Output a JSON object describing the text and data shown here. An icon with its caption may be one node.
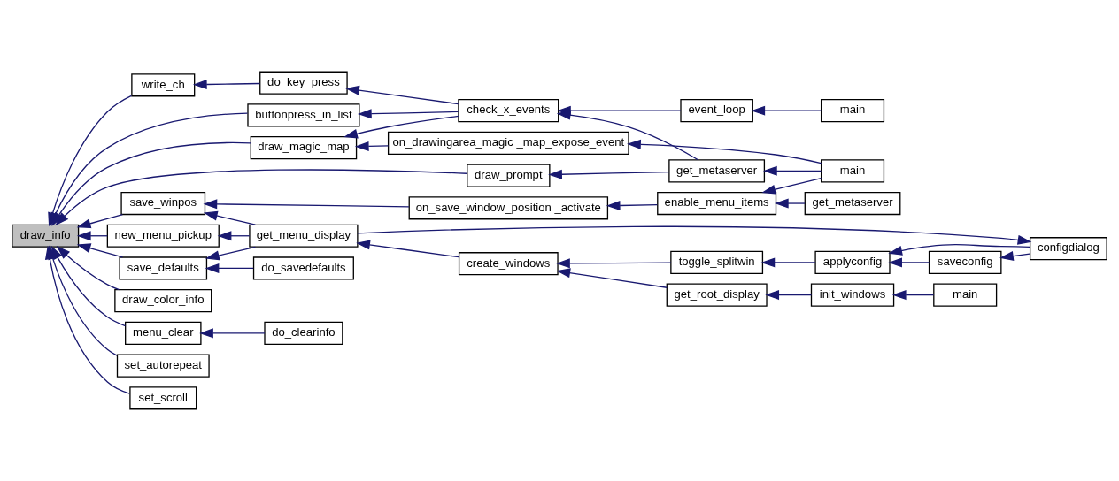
{
  "diagram": {
    "nodes": [
      {
        "text": [
          "draw_info"
        ]
      },
      {
        "text": [
          "write_ch"
        ]
      },
      {
        "text": [
          "buttonpress_in_list"
        ]
      },
      {
        "text": [
          "draw_prompt"
        ]
      },
      {
        "text": [
          "draw_magic_map"
        ]
      },
      {
        "text": [
          "save_winpos"
        ]
      },
      {
        "text": [
          "new_menu_pickup"
        ]
      },
      {
        "text": [
          "save_defaults"
        ]
      },
      {
        "text": [
          "draw_color_info"
        ]
      },
      {
        "text": [
          "menu_clear"
        ]
      },
      {
        "text": [
          "set_autorepeat"
        ]
      },
      {
        "text": [
          "set_scroll"
        ]
      },
      {
        "text": [
          "do_key_press"
        ]
      },
      {
        "text": [
          "check_x_events"
        ]
      },
      {
        "text": [
          "event_loop"
        ]
      },
      {
        "text": [
          "main"
        ]
      },
      {
        "text": [
          "get_metaserver"
        ]
      },
      {
        "text": [
          "main"
        ]
      },
      {
        "text": [
          "on_drawingarea_magic _map_expose_event"
        ]
      },
      {
        "text": [
          "on_save_window_position _activate"
        ]
      },
      {
        "text": [
          "enable_menu_items"
        ]
      },
      {
        "text": [
          "get_metaserver"
        ]
      },
      {
        "text": [
          "get_menu_display"
        ]
      },
      {
        "text": [
          "create_windows"
        ]
      },
      {
        "text": [
          "get_root_display"
        ]
      },
      {
        "text": [
          "init_windows"
        ]
      },
      {
        "text": [
          "main"
        ]
      },
      {
        "text": [
          "toggle_splitwin"
        ]
      },
      {
        "text": [
          "applyconfig"
        ]
      },
      {
        "text": [
          "saveconfig"
        ]
      },
      {
        "text": [
          "configdialog"
        ]
      },
      {
        "text": [
          "do_savedefaults"
        ]
      },
      {
        "text": [
          "do_clearinfo"
        ]
      }
    ],
    "edges": [
      {
        "from": 1,
        "to": 0,
        "arrow": "to"
      },
      {
        "from": 2,
        "to": 0,
        "arrow": "to"
      },
      {
        "from": 3,
        "to": 0,
        "arrow": "to"
      },
      {
        "from": 4,
        "to": 0,
        "arrow": "to"
      },
      {
        "from": 5,
        "to": 0,
        "arrow": "to"
      },
      {
        "from": 6,
        "to": 0,
        "arrow": "to"
      },
      {
        "from": 7,
        "to": 0,
        "arrow": "to"
      },
      {
        "from": 8,
        "to": 0,
        "arrow": "to"
      },
      {
        "from": 9,
        "to": 0,
        "arrow": "to"
      },
      {
        "from": 10,
        "to": 0,
        "arrow": "to"
      },
      {
        "from": 11,
        "to": 0,
        "arrow": "to"
      },
      {
        "from": 12,
        "to": 1,
        "arrow": "to"
      },
      {
        "from": 13,
        "to": 12,
        "arrow": "to"
      },
      {
        "from": 13,
        "to": 2,
        "arrow": "to"
      },
      {
        "from": 13,
        "to": 4,
        "arrow": "to"
      },
      {
        "from": 14,
        "to": 13,
        "arrow": "to"
      },
      {
        "from": 15,
        "to": 14,
        "arrow": "to"
      },
      {
        "from": 16,
        "to": 13,
        "arrow": "to"
      },
      {
        "from": 16,
        "to": 3,
        "arrow": "to"
      },
      {
        "from": 17,
        "to": 16,
        "arrow": "to"
      },
      {
        "from": 18,
        "to": 4,
        "arrow": "to"
      },
      {
        "from": 17,
        "to": 18,
        "arrow": "to"
      },
      {
        "from": 19,
        "to": 5,
        "arrow": "to"
      },
      {
        "from": 22,
        "to": 5,
        "arrow": "to"
      },
      {
        "from": 20,
        "to": 19,
        "arrow": "to"
      },
      {
        "from": 17,
        "to": 20,
        "arrow": "to"
      },
      {
        "from": 21,
        "to": 20,
        "arrow": "to"
      },
      {
        "from": 22,
        "to": 6,
        "arrow": "to"
      },
      {
        "from": 22,
        "to": 7,
        "arrow": "to"
      },
      {
        "from": 31,
        "to": 7,
        "arrow": "to"
      },
      {
        "from": 23,
        "to": 22,
        "arrow": "to"
      },
      {
        "from": 22,
        "to": 30,
        "arrow": "to"
      },
      {
        "from": 24,
        "to": 23,
        "arrow": "to"
      },
      {
        "from": 27,
        "to": 23,
        "arrow": "to"
      },
      {
        "from": 25,
        "to": 24,
        "arrow": "to"
      },
      {
        "from": 26,
        "to": 25,
        "arrow": "to"
      },
      {
        "from": 28,
        "to": 27,
        "arrow": "to"
      },
      {
        "from": 30,
        "to": 28,
        "arrow": "to"
      },
      {
        "from": 29,
        "to": 28,
        "arrow": "to"
      },
      {
        "from": 30,
        "to": 29,
        "arrow": "to"
      },
      {
        "from": 32,
        "to": 9,
        "arrow": "to"
      }
    ]
  }
}
